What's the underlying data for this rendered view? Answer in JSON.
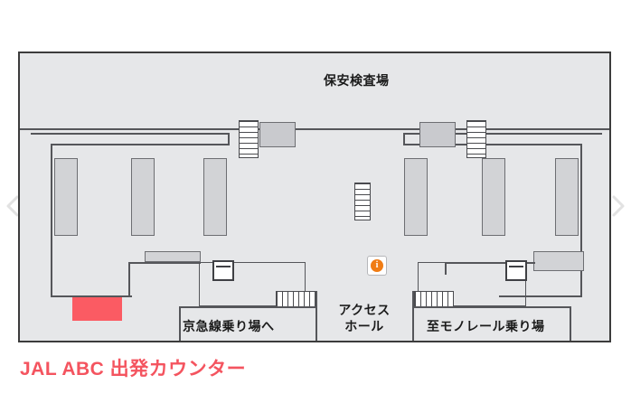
{
  "caption": {
    "text": "JAL ABC 出発カウンター",
    "color": "#f4545f"
  },
  "carousel": {
    "prev_icon": "chevron-left-icon",
    "next_icon": "chevron-right-icon",
    "arrow_color": "#e2e2e2"
  },
  "map": {
    "background": "#e6e7e9",
    "border_color": "#3c3c3c",
    "labels": {
      "security": "保安検査場",
      "keikyu": "京急線乗り場へ",
      "access_hall_line1": "アクセス",
      "access_hall_line2": "ホール",
      "monorail": "至モノレール乗り場"
    },
    "markers": {
      "info_icon": "information-icon",
      "info_letter": "i",
      "info_color": "#f07c14"
    },
    "highlight": {
      "name": "jal-abc-departure-counter",
      "color": "#fb5b63"
    },
    "icons": {
      "escalator": "escalator-icon",
      "stairs": "stairs-icon",
      "elevator": "elevator-icon"
    }
  }
}
